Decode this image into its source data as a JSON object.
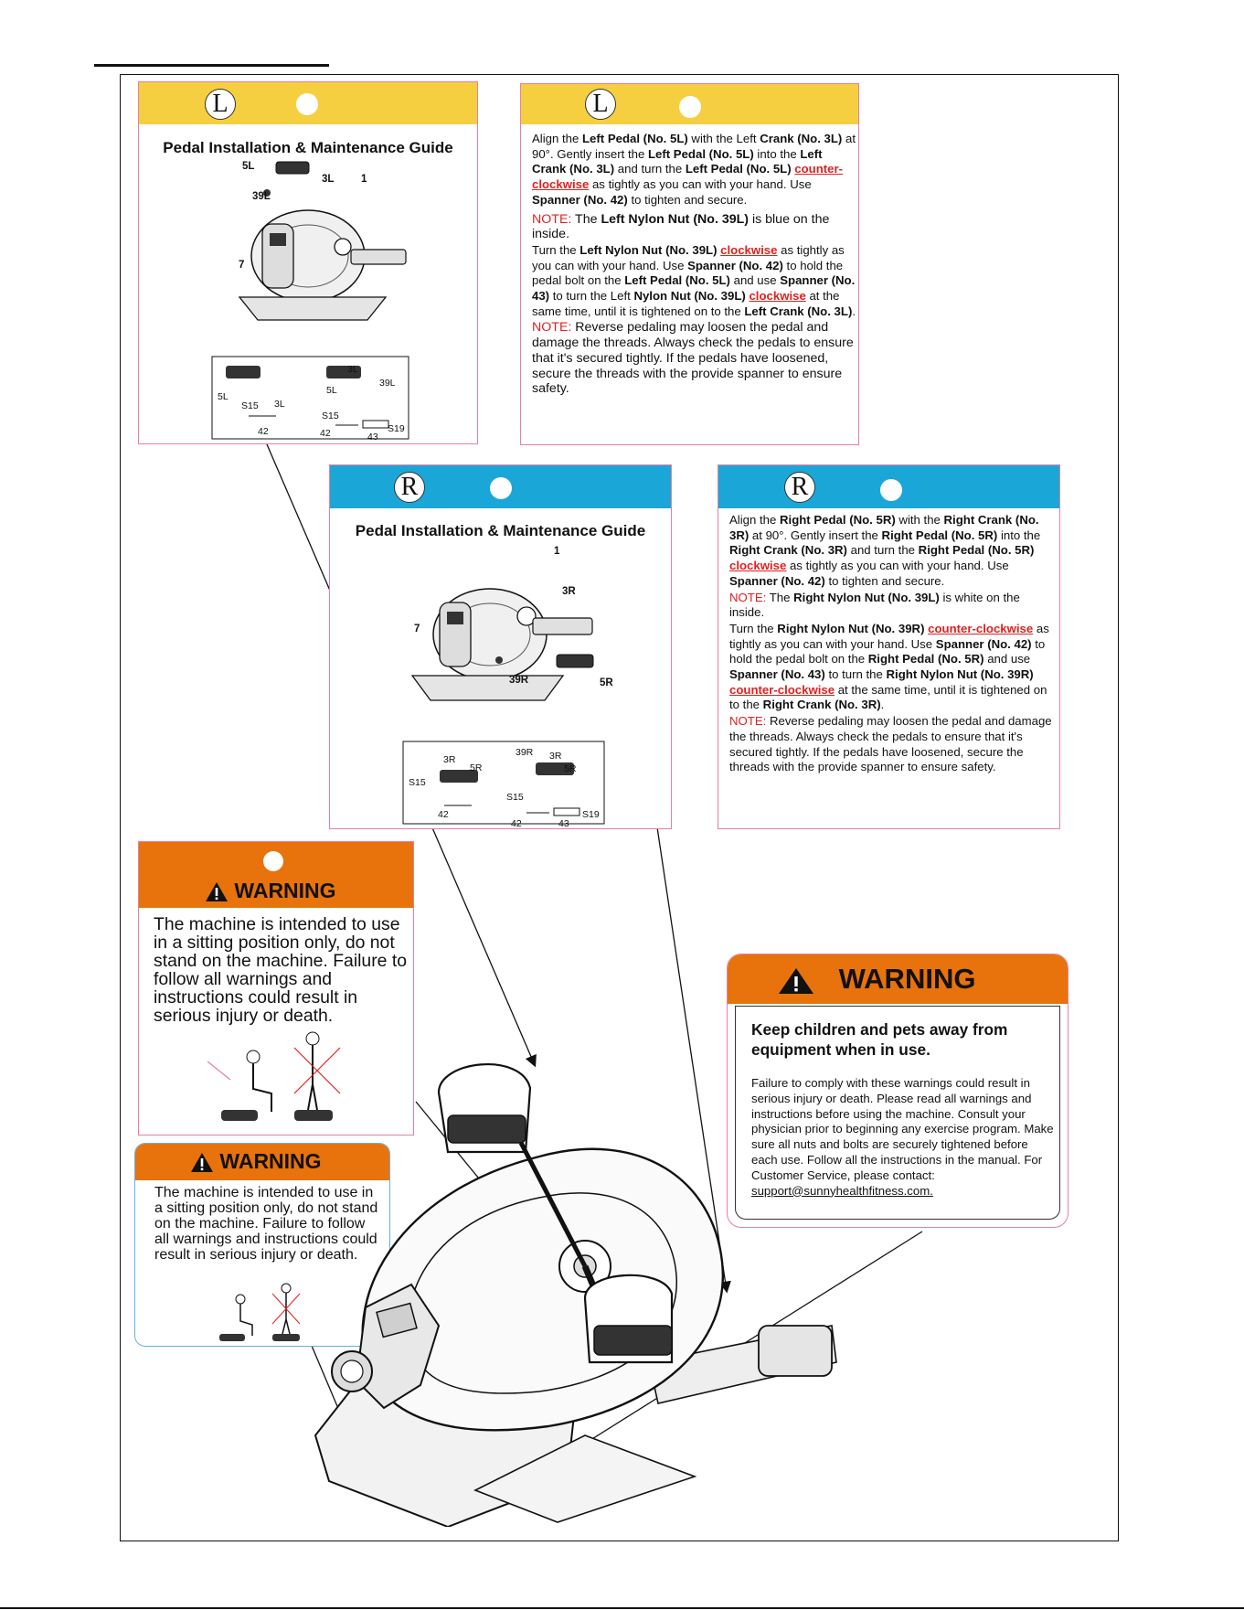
{
  "left_guide": {
    "side": "L",
    "title": "Pedal Installation & Maintenance Guide",
    "labels": {
      "pedal": "5L",
      "crank": "3L",
      "frame": "1",
      "nut": "39L",
      "console": "7",
      "bolt": "S15",
      "nut2": "S19",
      "spanner1": "42",
      "spanner2": "43"
    }
  },
  "left_instructions": {
    "side": "L",
    "p1": {
      "a": "Align the ",
      "b": "Left Pedal (No. 5L)",
      "c": " with the Left ",
      "d": "Crank (No. 3L)",
      "e": " at 90°. Gently insert the ",
      "f": "Left Pedal (No. 5L)",
      "g": " into the ",
      "h": "Left Crank (No. 3L)",
      "i": " and turn the ",
      "j": "Left Pedal (No. 5L)",
      "k": "counter-clockwise",
      "l": " as tightly as you can with your hand. Use ",
      "m": "Spanner (No. 42)",
      "n": " to tighten and secure."
    },
    "note1": {
      "label": "NOTE:",
      "a": " The ",
      "b": "Left Nylon Nut (No. 39L)",
      "c": " is blue on the inside."
    },
    "p2": {
      "a": "Turn the ",
      "b": "Left Nylon Nut (No. 39L)",
      "c": "clockwise",
      "d": " as tightly as you can with your hand. Use ",
      "e": "Spanner (No. 42)",
      "f": " to hold the pedal bolt on the ",
      "g": "Left Pedal (No. 5L)",
      "h": " and use ",
      "i": "Spanner (No. 43)",
      "j": " to turn the Left ",
      "k": "Nylon Nut (No. 39L)",
      "l": "clockwise",
      "m": " at the same time, until it is tightened on to the ",
      "n": "Left Crank (No. 3L)",
      "o": "."
    },
    "note2": {
      "label": "NOTE:",
      "text": " Reverse pedaling may loosen the pedal and damage the threads. Always check the pedals to ensure that it's secured tightly. If the pedals have loosened, secure the threads with the provide spanner to ensure safety."
    }
  },
  "right_guide": {
    "side": "R",
    "title": "Pedal Installation & Maintenance Guide",
    "labels": {
      "frame": "1",
      "crank": "3R",
      "console": "7",
      "nut": "39R",
      "pedal": "5R",
      "bolt": "S15",
      "nut2": "S19",
      "spanner1": "42",
      "spanner2": "43"
    }
  },
  "right_instructions": {
    "side": "R",
    "p1": {
      "a": "Align the ",
      "b": "Right Pedal (No. 5R)",
      "c": " with the ",
      "d": "Right Crank (No. 3R)",
      "e": " at 90°. Gently insert the ",
      "f": "Right Pedal (No. 5R)",
      "g": " into the ",
      "h": "Right Crank (No. 3R)",
      "i": " and turn the ",
      "j": "Right Pedal (No. 5R)",
      "k": "clockwise",
      "l": " as tightly as you can with your hand. Use ",
      "m": "Spanner (No. 42)",
      "n": " to tighten and secure."
    },
    "note1": {
      "label": "NOTE:",
      "a": " The ",
      "b": "Right Nylon Nut (No. 39L)",
      "c": " is white on the inside."
    },
    "p2": {
      "a": "Turn the ",
      "b": "Right Nylon Nut (No. 39R)",
      "c": "counter-clockwise",
      "d": " as tightly as you can with your hand. Use ",
      "e": "Spanner (No. 42)",
      "f": " to hold the pedal bolt on the ",
      "g": "Right Pedal (No. 5R)",
      "h": " and use ",
      "i": "Spanner (No. 43)",
      "j": " to turn the ",
      "k": "Right Nylon Nut (No. 39R)",
      "l": "counter-clockwise",
      "m": " at the same time, until it is tightened on to the ",
      "n": "Right Crank (No. 3R)",
      "o": "."
    },
    "note2": {
      "label": "NOTE:",
      "text": " Reverse pedaling may loosen the pedal and damage the threads. Always check the pedals to ensure that it's secured tightly. If the pedals have loosened, secure the threads with the provide spanner to ensure safety."
    }
  },
  "warning_large": {
    "title": "WARNING",
    "text": "The machine is intended to use in a sitting position only, do not stand on the machine. Failure to follow all warnings and instructions could result in serious injury or death."
  },
  "warning_small": {
    "title": "WARNING",
    "text": "The machine is intended to use in a sitting position only, do not stand on the machine. Failure to follow all warnings and instructions could result in serious injury or death."
  },
  "warning_children": {
    "title": "WARNING",
    "headline": "Keep children and pets away from equipment when in use.",
    "body": "Failure to comply with these warnings could result in serious injury or death. Please read all warnings and instructions before using the machine. Consult your physician prior to beginning any exercise program. Make sure all nuts and bolts are securely tightened before each use. Follow all the instructions in the manual. For Customer Service, please contact: ",
    "email": "support@sunnyhealthfitness.com."
  },
  "colors": {
    "yellow": "#f6cf40",
    "blue": "#1aa7d8",
    "orange": "#e8720c",
    "red_text": "#e02020",
    "border_pink": "#e77fa3"
  }
}
